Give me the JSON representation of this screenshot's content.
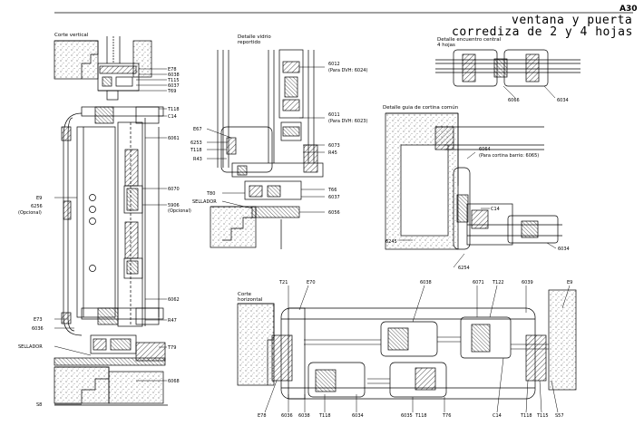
{
  "header": {
    "code": "A30",
    "title_line1": "ventana y puerta",
    "title_line2": "corrediza de 2 y 4 hojas"
  },
  "sections": {
    "vertical": "Corte vertical",
    "glass": "Detalle vidrio reportido",
    "central": "Detalle encuentro central",
    "central_sub": "4 hojas",
    "curtain": "Detalle guia de cortina común",
    "horizontal_1": "Corte",
    "horizontal_2": "horizontal"
  },
  "labels": {
    "vertical": {
      "e78": "E78",
      "a6038": "6038",
      "t115": "T115",
      "a6037": "6037",
      "t69": "T69",
      "t118": "T118",
      "c14": "C14",
      "a6061": "6061",
      "e9": "E9",
      "a6256": "6256",
      "opcional_l": "(Opcional)",
      "a6070": "6070",
      "a5906": "5906",
      "opcional_r": "(Opcional)",
      "a6062": "6062",
      "e73": "E73",
      "a6036": "6036",
      "r47": "R47",
      "sellador": "SELLADOR",
      "t79": "T79",
      "a6068": "6068",
      "s8": "S8"
    },
    "glass": {
      "a6012": "6012",
      "para_6024": "(Para DVH: 6024)",
      "a6011": "6011",
      "para_6023": "(Para DVH: 6023)",
      "e67": "E67",
      "a6253": "6253",
      "t118": "T118",
      "r43": "R43",
      "a6073": "6073",
      "r45": "R45",
      "t66": "T66",
      "t80": "T80",
      "a6037": "6037",
      "sellador": "SELLADOR",
      "a6056": "6056"
    },
    "central": {
      "a6066": "6066",
      "a6034": "6034"
    },
    "curtain": {
      "a6064": "6064",
      "para_6065": "(Para cortina barrio: 6065)",
      "c14": "C14",
      "a6245": "6245",
      "a6034": "6034",
      "a6254": "6254"
    },
    "horizontal": {
      "t21": "T21",
      "e70": "E70",
      "a6038": "6038",
      "a6071": "6071",
      "t122": "T122",
      "a6039": "6039",
      "e9": "E9",
      "e78": "E78",
      "a6036": "6036",
      "a6038b": "6038",
      "t118": "T118",
      "a6034": "6034",
      "a6035": "6035",
      "t118b": "T118",
      "t76": "T76",
      "c14": "C14",
      "t118c": "T118",
      "t115": "T115",
      "s57": "S57"
    }
  }
}
